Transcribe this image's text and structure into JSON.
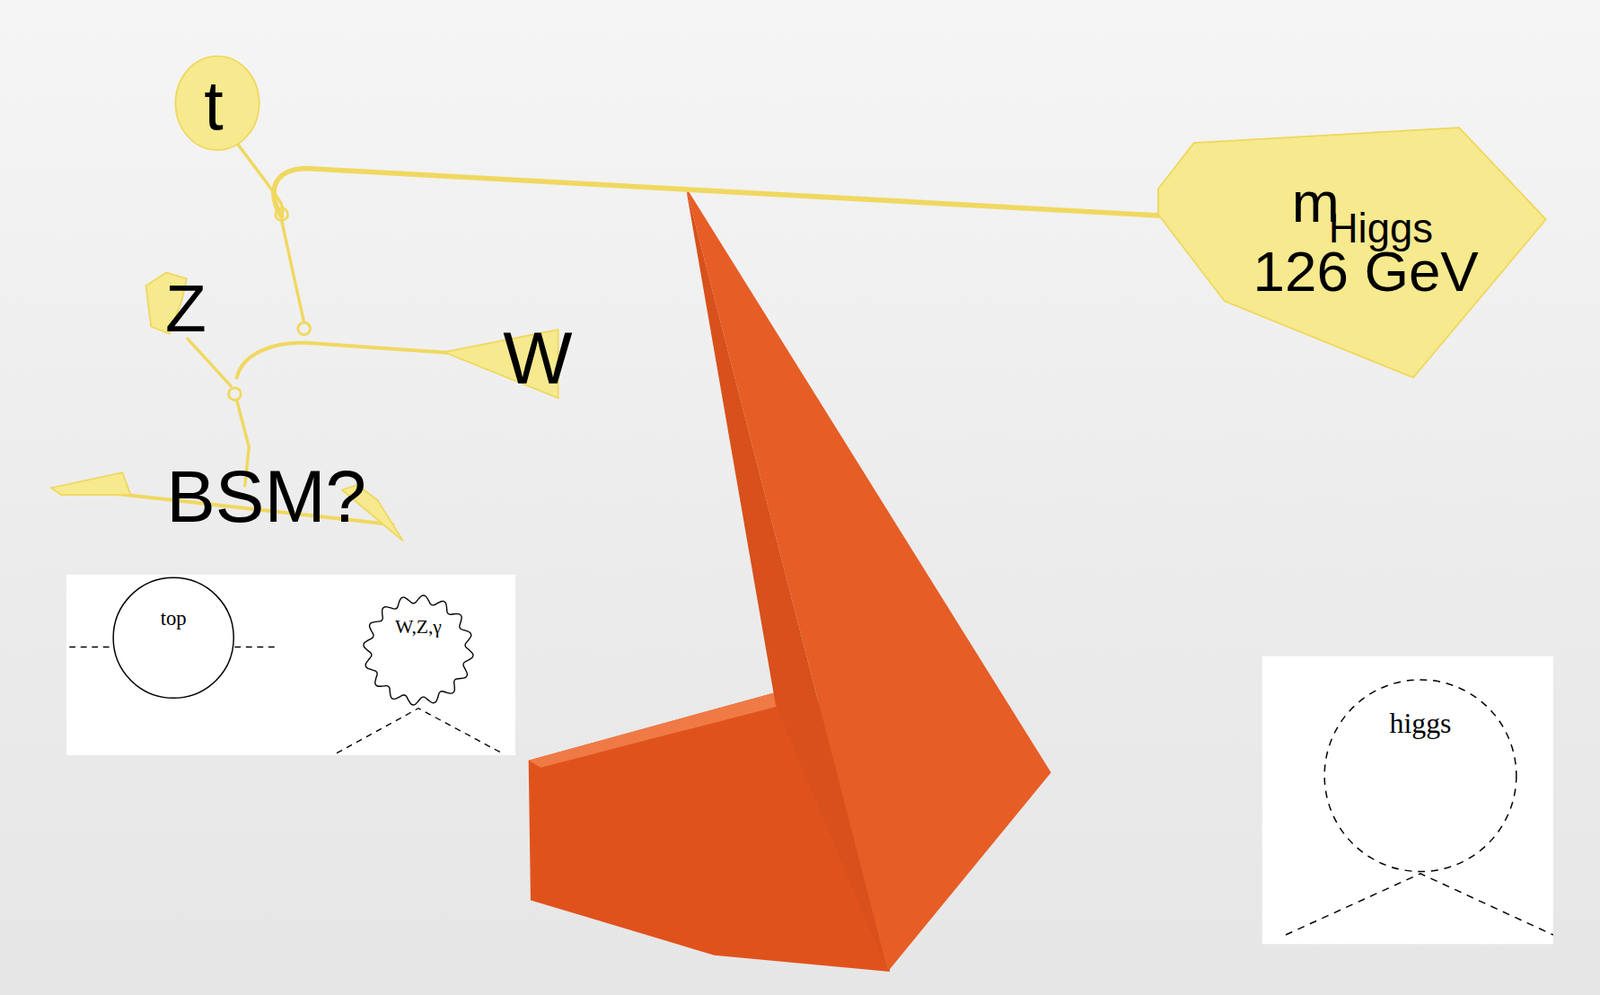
{
  "diagram": {
    "nodes": [
      {
        "text": [
          "t"
        ]
      },
      {
        "text": [
          "m",
          "Higgs",
          "126 GeV"
        ]
      },
      {
        "text": [
          "Z"
        ]
      },
      {
        "text": [
          "W"
        ]
      },
      {
        "text": [
          "BSM?"
        ]
      },
      {
        "text": [
          "top"
        ]
      },
      {
        "text": [
          "W,Z,γ"
        ]
      },
      {
        "text": [
          "higgs"
        ]
      }
    ]
  }
}
